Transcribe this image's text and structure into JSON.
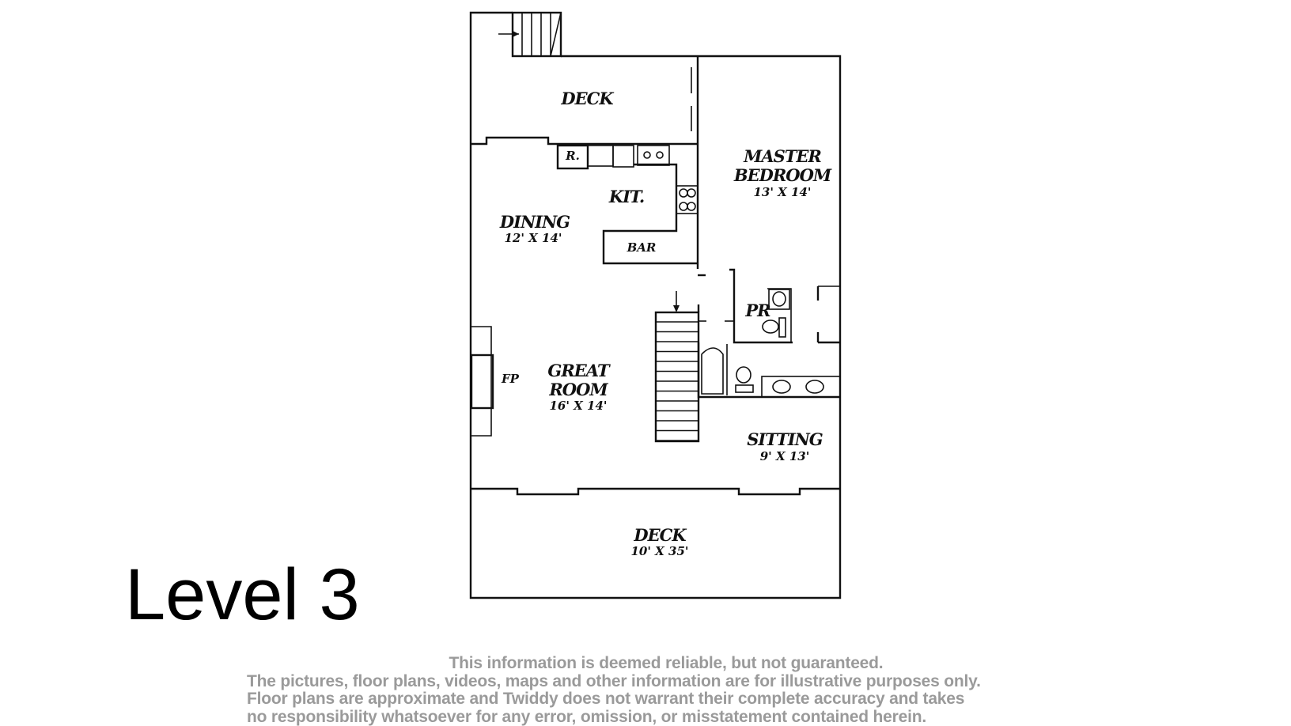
{
  "level_label": "Level 3",
  "rooms": {
    "deck_top": {
      "name": "DECK"
    },
    "master": {
      "name1": "MASTER",
      "name2": "BEDROOM",
      "size": "13' X 14'"
    },
    "kitchen": {
      "name": "KIT."
    },
    "fridge": {
      "name": "R."
    },
    "dining": {
      "name": "DINING",
      "size": "12' X 14'"
    },
    "bar": {
      "name": "BAR"
    },
    "powder": {
      "name": "PR"
    },
    "great": {
      "name1": "GREAT",
      "name2": "ROOM",
      "size": "16' X 14'"
    },
    "fireplace": {
      "name": "FP"
    },
    "sitting": {
      "name": "SITTING",
      "size": "9' X 13'"
    },
    "deck_bottom": {
      "name": "DECK",
      "size": "10' X 35'"
    }
  },
  "disclaimer": [
    "This information is deemed reliable, but not guaranteed.",
    "The pictures, floor plans, videos, maps and other information are for illustrative purposes only.",
    "Floor plans are approximate and Twiddy does not warrant their complete accuracy and takes",
    "no responsibility whatsoever for any error, omission, or misstatement contained herein."
  ]
}
